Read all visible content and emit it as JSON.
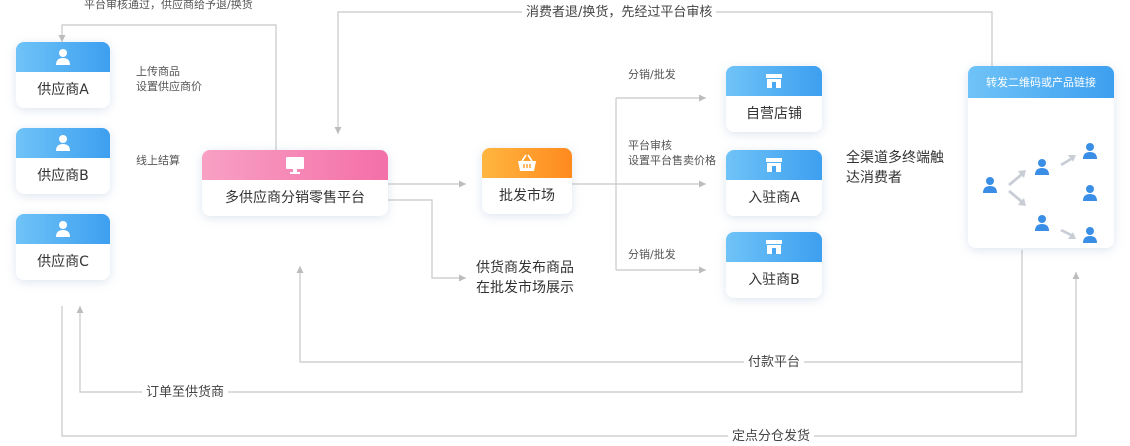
{
  "suppliers": [
    {
      "label": "供应商A"
    },
    {
      "label": "供应商B"
    },
    {
      "label": "供应商C"
    }
  ],
  "platform": {
    "label": "多供应商分销零售平台"
  },
  "market": {
    "label": "批发市场"
  },
  "stores": [
    {
      "label": "自营店铺"
    },
    {
      "label": "入驻商A"
    },
    {
      "label": "入驻商B"
    }
  ],
  "share_panel": {
    "title": "转发二维码或产品链接"
  },
  "annotations": {
    "top_left": "平台审核通过，供应商给予退/换货",
    "top_center": "消费者退/换货，先经过平台审核",
    "upload_1": "上传商品",
    "upload_2": "设置供应商价",
    "online_settle": "线上结算",
    "publish_1": "供货商发布商品",
    "publish_2": "在批发市场展示",
    "distribute_1": "分销/批发",
    "review_1": "平台审核",
    "review_2": "设置平台售卖价格",
    "distribute_2": "分销/批发",
    "channels_1": "全渠道多终端触",
    "channels_2": "达消费者",
    "payment": "付款平台",
    "order": "订单至供货商",
    "delivery": "定点分仓发货"
  },
  "colors": {
    "supplier_head": "#4aa8f2",
    "platform_head": "#f47aab",
    "market_head": "#ff9a2a",
    "store_head": "#4aa8f2",
    "person": "#3a8ee6",
    "line": "#c8c8c8"
  }
}
